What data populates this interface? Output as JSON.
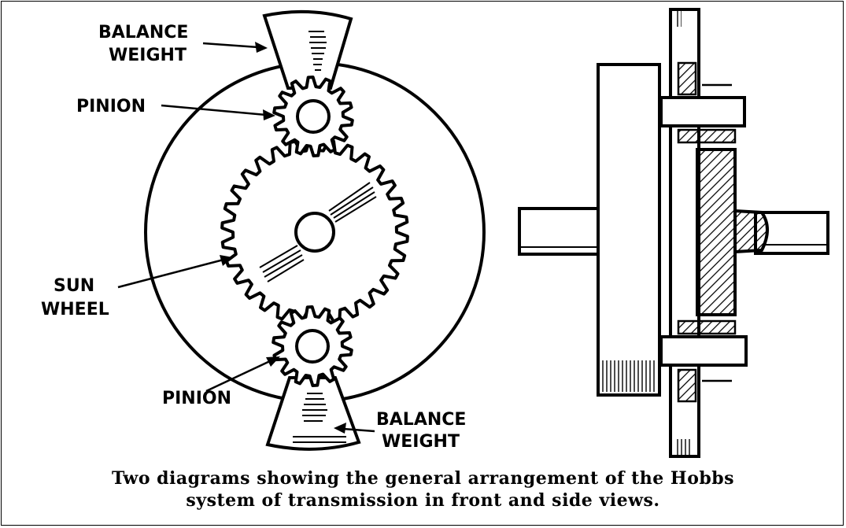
{
  "labels": {
    "balance_weight_top_1": "BALANCE",
    "balance_weight_top_2": "WEIGHT",
    "pinion_top": "PINION",
    "sun_wheel_1": "SUN",
    "sun_wheel_2": "WHEEL",
    "pinion_bottom": "PINION",
    "balance_weight_bottom_1": "BALANCE",
    "balance_weight_bottom_2": "WEIGHT"
  },
  "caption": {
    "line1": "Two diagrams showing  the  general  arrangement  of  the  Hobbs",
    "line2": "system of transmission in front and side views."
  }
}
